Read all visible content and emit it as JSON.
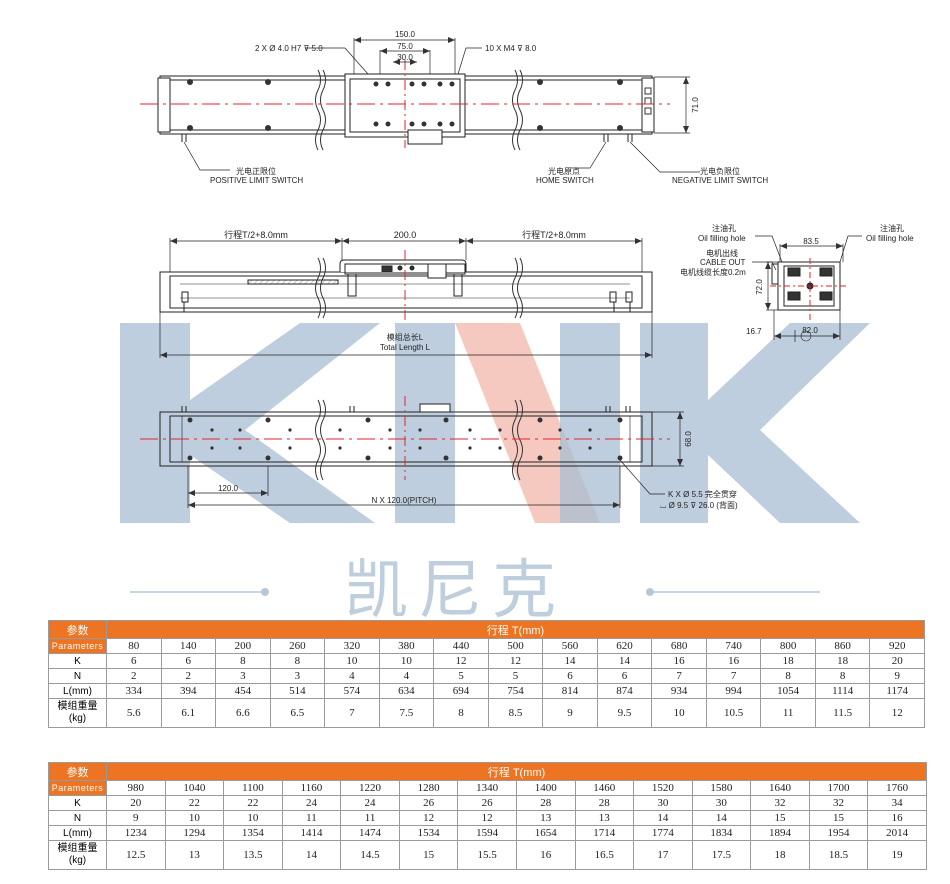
{
  "drawing": {
    "top_view": {
      "dims": [
        "150.0",
        "75.0",
        "30.0",
        "71.0"
      ],
      "callout_pin": "2 X Ø 4.0 H7 ⊽ 5.0",
      "callout_thread": "10 X  M4 ⊽ 8.0",
      "positive_limit": {
        "cn": "光电正限位",
        "en": "POSITIVE LIMIT SWITCH"
      },
      "home_switch": {
        "cn": "光电原点",
        "en": "HOME SWITCH"
      },
      "negative_limit": {
        "cn": "光电负限位",
        "en": "NEGATIVE LIMIT SWITCH"
      }
    },
    "side_view": {
      "travel_left": "行程T/2+8.0mm",
      "carriage": "200.0",
      "travel_right": "行程T/2+8.0mm",
      "total_length": {
        "cn": "模组总长L",
        "en": "Total Length L"
      }
    },
    "end_view": {
      "oil_left": {
        "cn": "注油孔",
        "en": "Oil filling hole"
      },
      "oil_right": {
        "cn": "注油孔",
        "en": "Oil filling hole"
      },
      "cable_out": {
        "cn": "电机出线",
        "en": "CABLE OUT"
      },
      "cable_length": "电机线缆长度0.2m",
      "dims": [
        "83.5",
        "72.0",
        "16.7",
        "82.0"
      ]
    },
    "bottom_view": {
      "pitch_first": "120.0",
      "pitch_total": "N X 120.0(PITCH)",
      "height": "68.0",
      "hole_callout_1": "K X Ø 5.5 完全贯穿",
      "hole_callout_2": "⌴ Ø 9.5 ⊽ 26.0 (背面)"
    }
  },
  "watermark": {
    "letters": "KNK",
    "cn_text": "凯尼克"
  },
  "colors": {
    "accent": "#ec7422",
    "watermark_blue": "#9ab3cc",
    "watermark_red": "#f2b5a8",
    "centerline": "#e0262b"
  },
  "tables": [
    {
      "label_param_cn": "参数",
      "label_param_en": "Parameters",
      "travel_header": "行程 T(mm)",
      "travel": [
        "80",
        "140",
        "200",
        "260",
        "320",
        "380",
        "440",
        "500",
        "560",
        "620",
        "680",
        "740",
        "800",
        "860",
        "920"
      ],
      "K": [
        "6",
        "6",
        "8",
        "8",
        "10",
        "10",
        "12",
        "12",
        "14",
        "14",
        "16",
        "16",
        "18",
        "18",
        "20"
      ],
      "N": [
        "2",
        "2",
        "3",
        "3",
        "4",
        "4",
        "5",
        "5",
        "6",
        "6",
        "7",
        "7",
        "8",
        "8",
        "9"
      ],
      "L": [
        "334",
        "394",
        "454",
        "514",
        "574",
        "634",
        "694",
        "754",
        "814",
        "874",
        "934",
        "994",
        "1054",
        "1114",
        "1174"
      ],
      "weight": [
        "5.6",
        "6.1",
        "6.6",
        "6.5",
        "7",
        "7.5",
        "8",
        "8.5",
        "9",
        "9.5",
        "10",
        "10.5",
        "11",
        "11.5",
        "12"
      ],
      "label_k": "K",
      "label_n": "N",
      "label_l": "L(mm)",
      "label_weight_1": "模组重量",
      "label_weight_2": "(kg)"
    },
    {
      "label_param_cn": "参数",
      "label_param_en": "Parameters",
      "travel_header": "行程 T(mm)",
      "travel": [
        "980",
        "1040",
        "1100",
        "1160",
        "1220",
        "1280",
        "1340",
        "1400",
        "1460",
        "1520",
        "1580",
        "1640",
        "1700",
        "1760"
      ],
      "K": [
        "20",
        "22",
        "22",
        "24",
        "24",
        "26",
        "26",
        "28",
        "28",
        "30",
        "30",
        "32",
        "32",
        "34"
      ],
      "N": [
        "9",
        "10",
        "10",
        "11",
        "11",
        "12",
        "12",
        "13",
        "13",
        "14",
        "14",
        "15",
        "15",
        "16"
      ],
      "L": [
        "1234",
        "1294",
        "1354",
        "1414",
        "1474",
        "1534",
        "1594",
        "1654",
        "1714",
        "1774",
        "1834",
        "1894",
        "1954",
        "2014"
      ],
      "weight": [
        "12.5",
        "13",
        "13.5",
        "14",
        "14.5",
        "15",
        "15.5",
        "16",
        "16.5",
        "17",
        "17.5",
        "18",
        "18.5",
        "19"
      ],
      "label_k": "K",
      "label_n": "N",
      "label_l": "L(mm)",
      "label_weight_1": "模组重量",
      "label_weight_2": "(kg)"
    }
  ]
}
